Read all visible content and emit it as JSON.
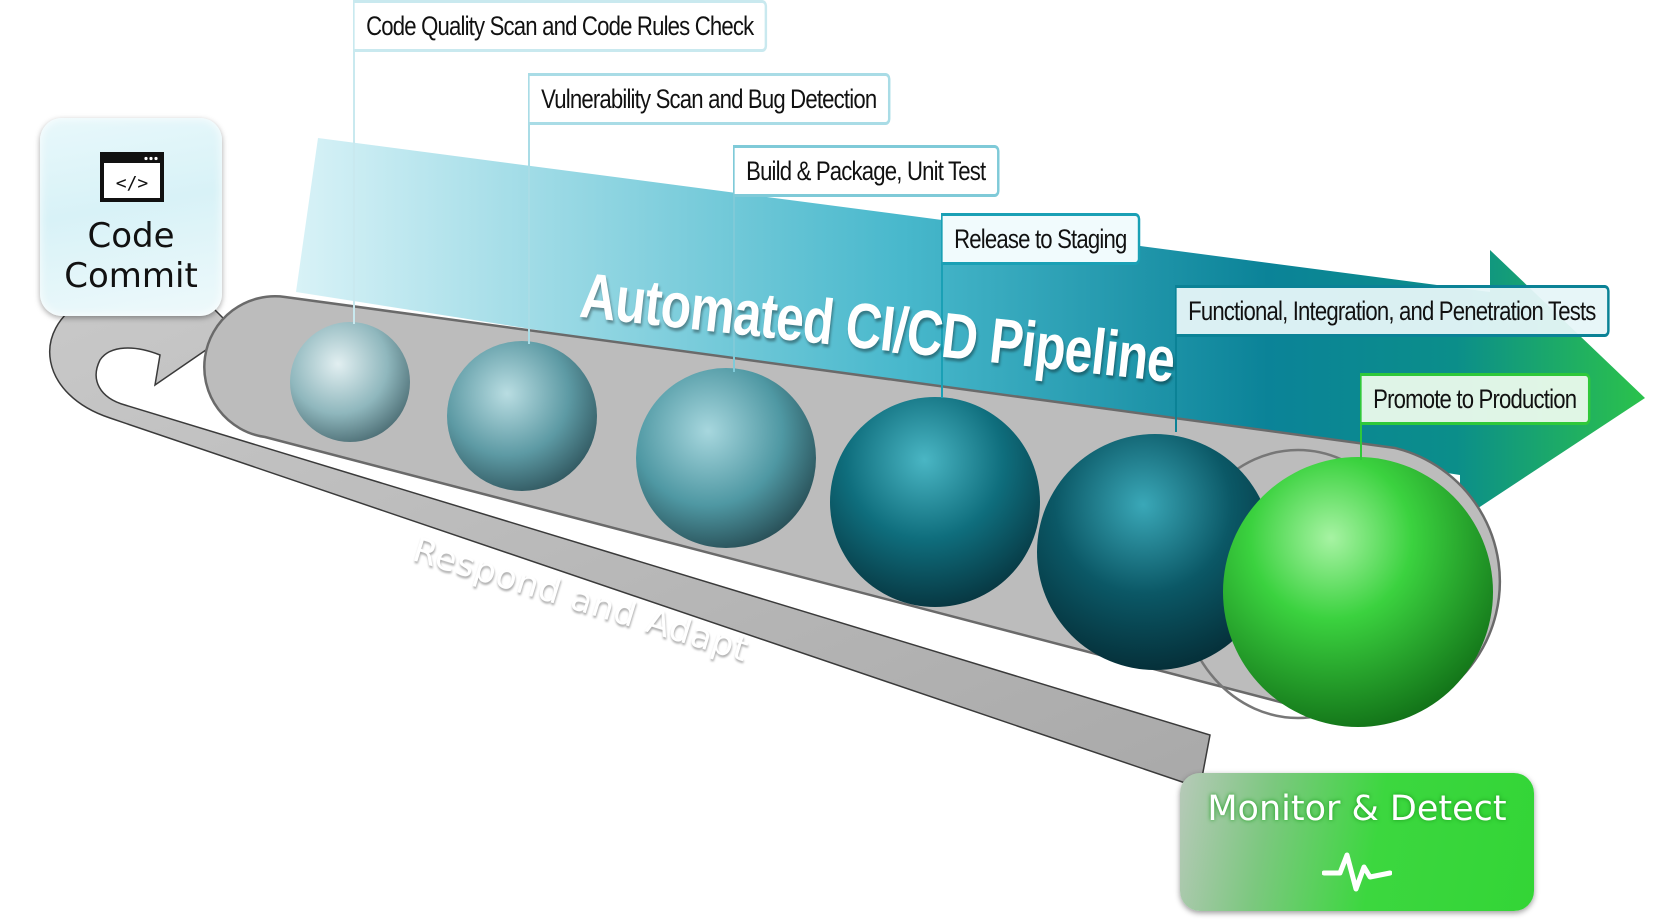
{
  "diagram": {
    "title": "Automated CI/CD Pipeline",
    "start_node": {
      "label": "Code Commit",
      "icon": "code-window-icon"
    },
    "end_node": {
      "label": "Monitor & Detect",
      "icon": "heartbeat-icon"
    },
    "feedback_loop": {
      "label": "Respond and Adapt"
    },
    "stages": [
      {
        "label": "Code Quality Scan and Code Rules Check",
        "color": "#8fb9bf"
      },
      {
        "label": "Vulnerability Scan and Bug Detection",
        "color": "#5f9fa8"
      },
      {
        "label": "Build & Package, Unit Test",
        "color": "#4f9aa5"
      },
      {
        "label": "Release to Staging",
        "color": "#0f6f7e"
      },
      {
        "label": "Functional, Integration, and Penetration Tests",
        "color": "#0b5a68"
      },
      {
        "label": "Promote to Production",
        "color": "#2fc83a"
      }
    ],
    "colors": {
      "banner_start": "#d6f1f6",
      "banner_mid": "#0b8ea3",
      "banner_end": "#22b957",
      "tube": "#bcbcbc",
      "loop": "#b0b0b0"
    }
  }
}
